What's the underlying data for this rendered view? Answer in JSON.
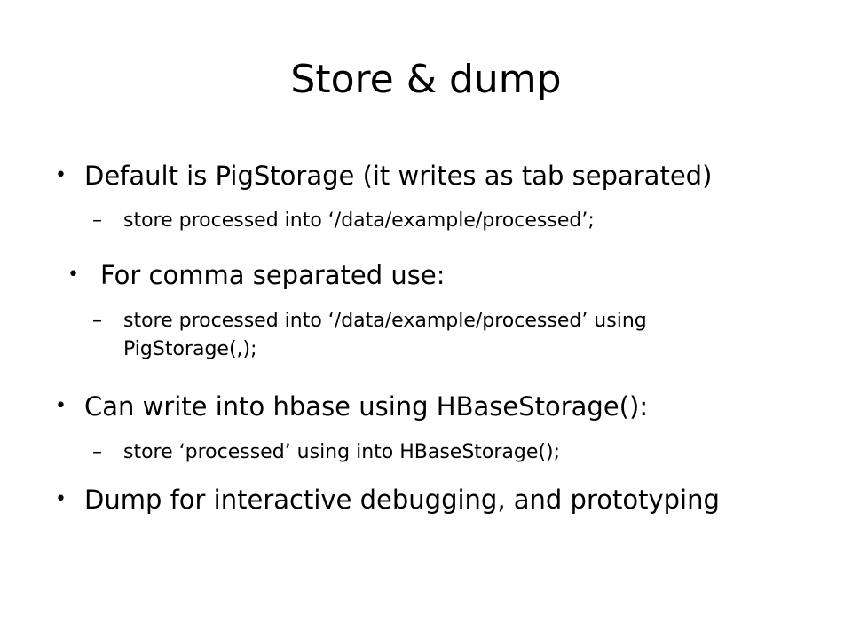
{
  "slide": {
    "title": "Store & dump",
    "bullets": [
      {
        "level": 1,
        "marker": "•",
        "text": "Default is PigStorage (it writes as tab separated)"
      },
      {
        "level": 2,
        "marker": "–",
        "text": "store processed into ‘/data/example/processed’;"
      },
      {
        "level": 1,
        "marker": "•",
        "text": "For comma separated use:"
      },
      {
        "level": 2,
        "marker": "–",
        "text": "store processed into ‘/data/example/processed’ using PigStorage(,);"
      },
      {
        "level": 1,
        "marker": "•",
        "text": "Can write into hbase using HBaseStorage():"
      },
      {
        "level": 2,
        "marker": "–",
        "text": "store ‘processed’ using into HBaseStorage();"
      },
      {
        "level": 1,
        "marker": "•",
        "text": "Dump for interactive debugging, and prototyping"
      }
    ]
  }
}
